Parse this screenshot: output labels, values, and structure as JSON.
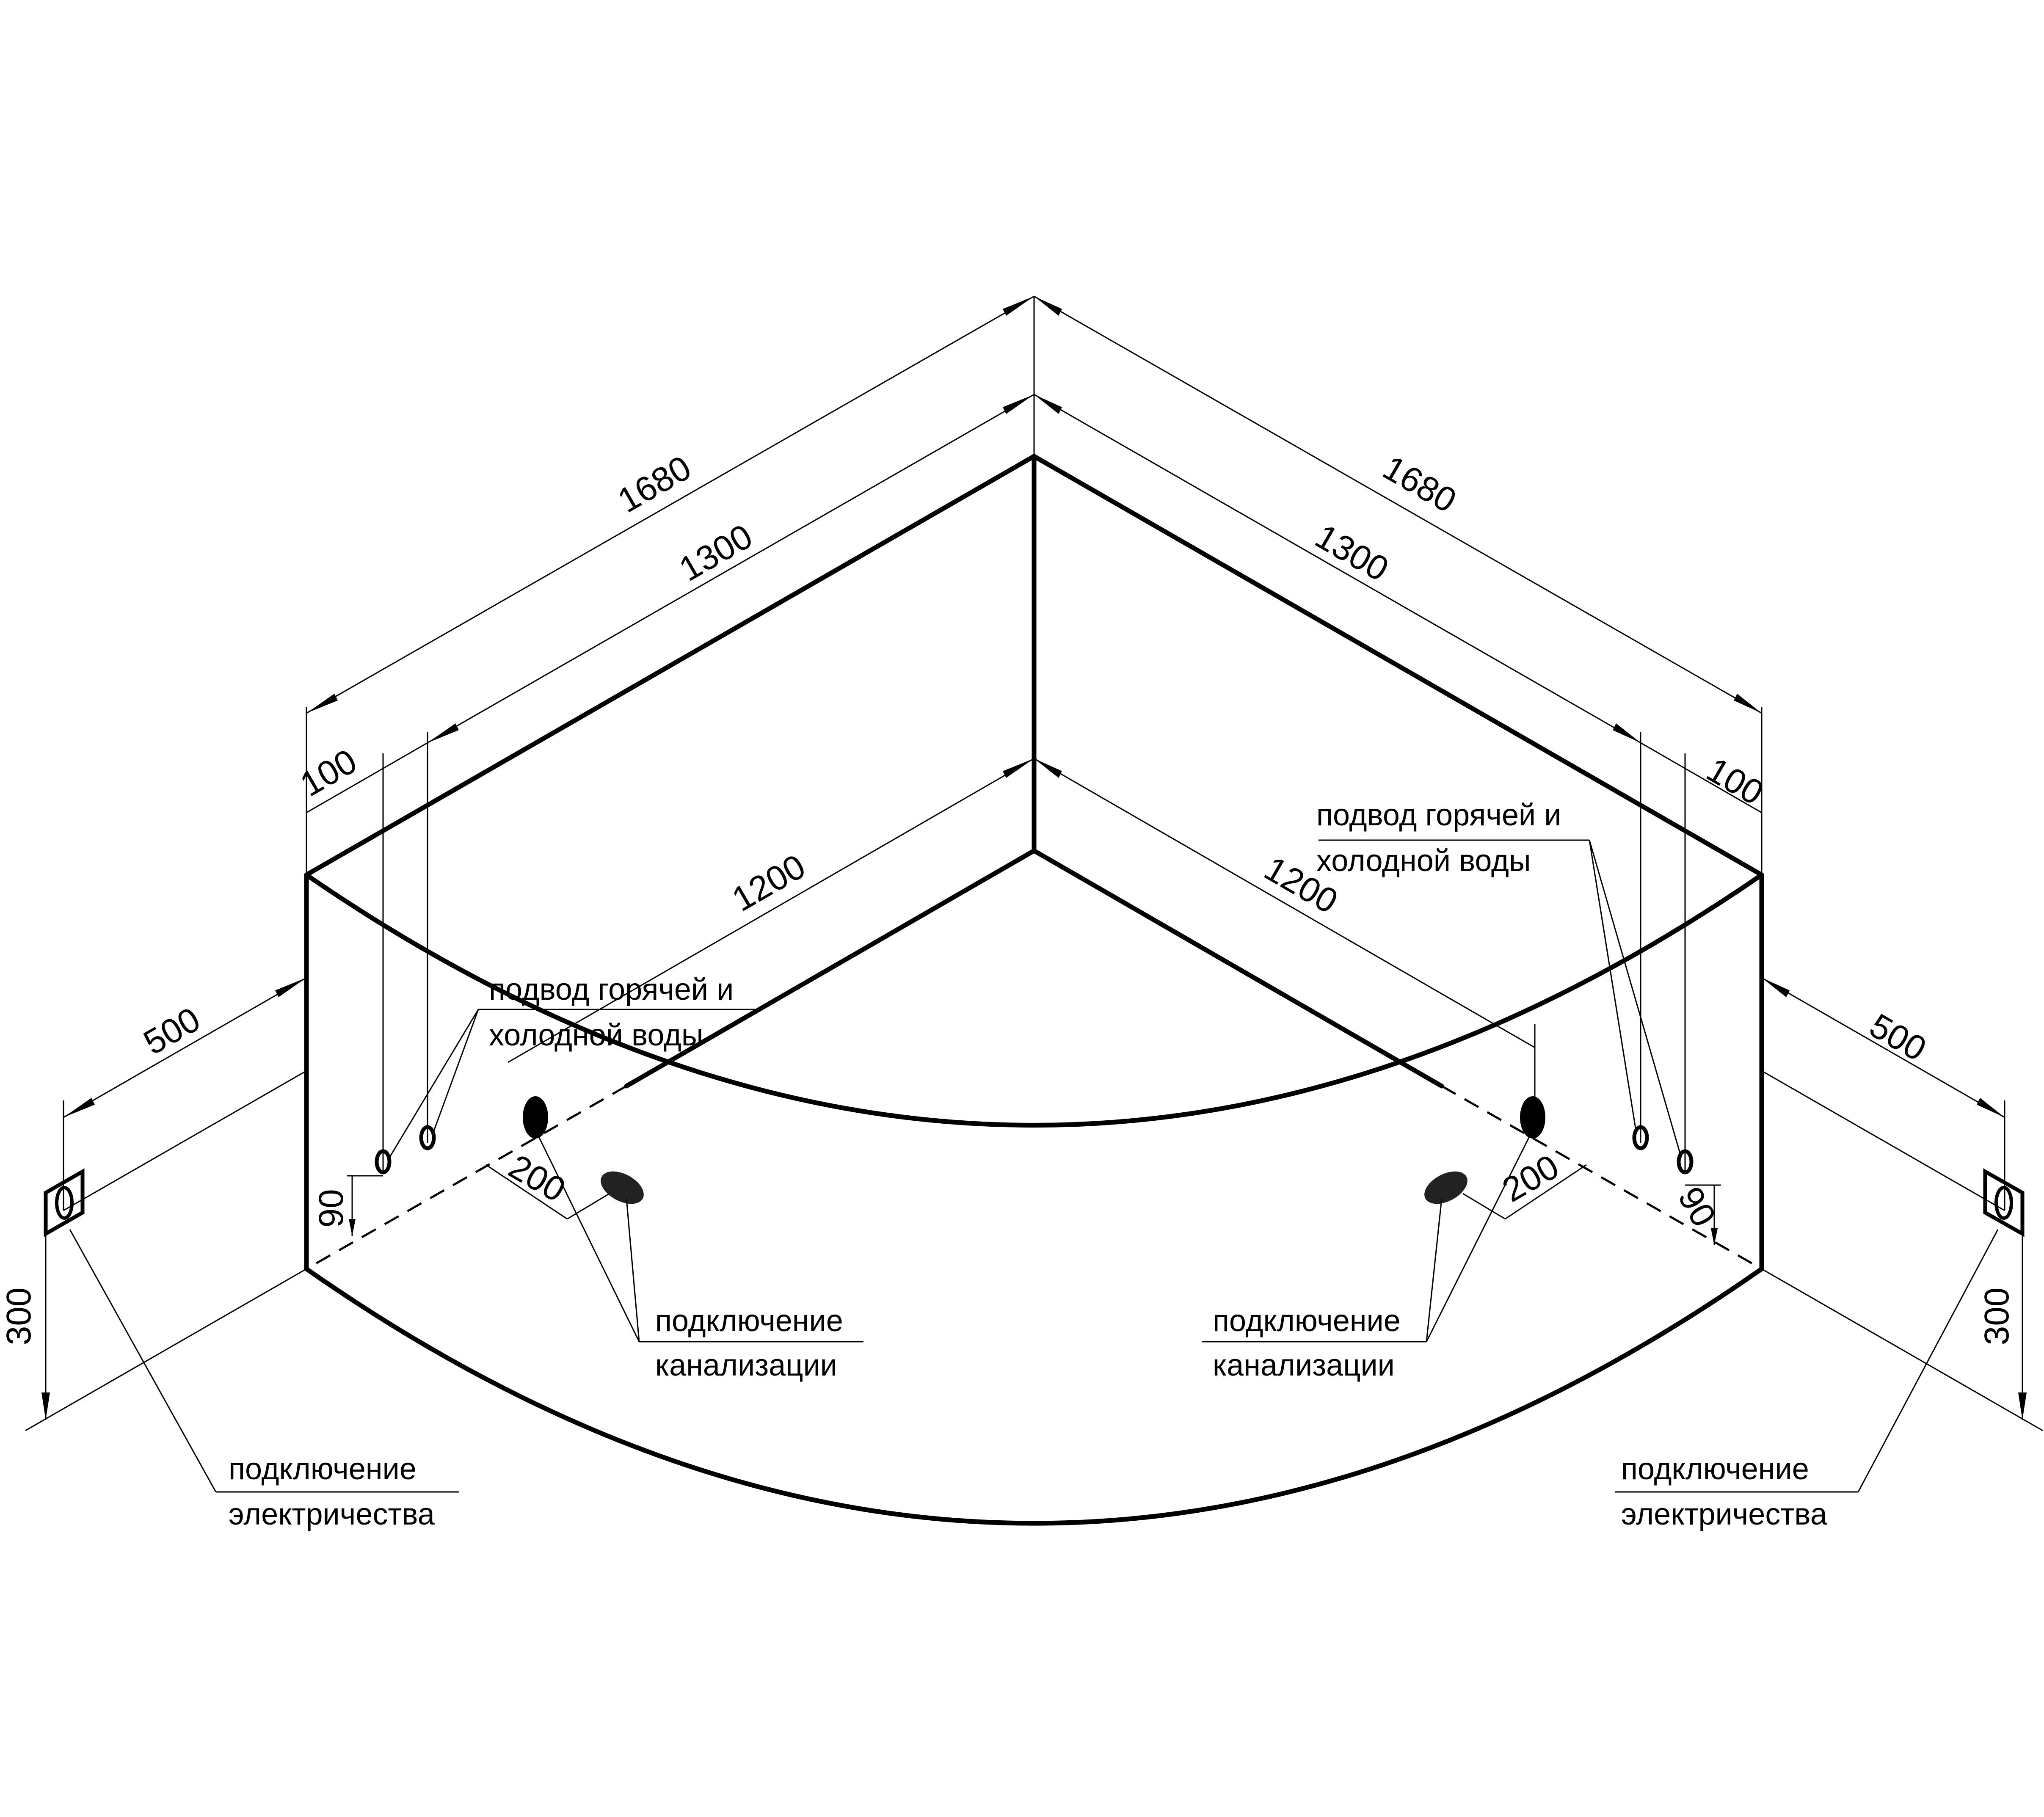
{
  "dimensions": {
    "outer_left": "1680",
    "outer_right": "1680",
    "inner_left": "1300",
    "inner_right": "1300",
    "offset_left": "100",
    "offset_right": "100",
    "depth_left": "1200",
    "depth_right": "1200",
    "elec_distance_left": "500",
    "elec_distance_right": "500",
    "elec_height_left": "300",
    "elec_height_right": "300",
    "water_height_left": "90",
    "water_height_right": "90",
    "drain_offset_left": "200",
    "drain_offset_right": "200"
  },
  "labels": {
    "water_left_line1": "подвод горячей и",
    "water_left_line2": "холодной воды",
    "water_right_line1": "подвод горячей и",
    "water_right_line2": "холодной воды",
    "drain_left_line1": "подключение",
    "drain_left_line2": "канализации",
    "drain_right_line1": "подключение",
    "drain_right_line2": "канализации",
    "elec_left_line1": "подключение",
    "elec_left_line2": "электричества",
    "elec_right_line1": "подключение",
    "elec_right_line2": "электричества"
  }
}
